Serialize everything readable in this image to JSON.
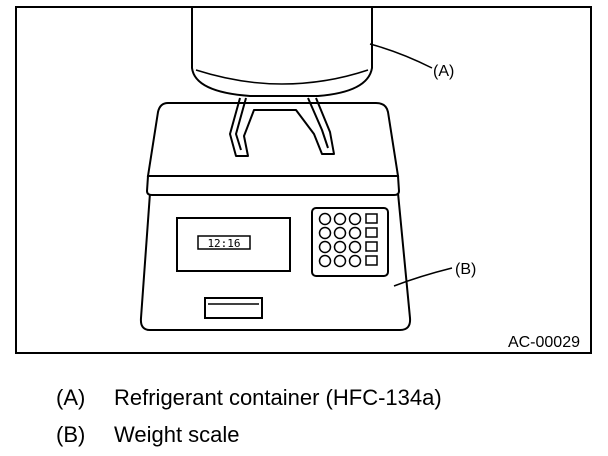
{
  "figure": {
    "callout_a": "(A)",
    "callout_b": "(B)",
    "display_time": "12:16",
    "figure_id": "AC-00029"
  },
  "legend": [
    {
      "key": "(A)",
      "text": "Refrigerant container (HFC-134a)"
    },
    {
      "key": "(B)",
      "text": "Weight scale"
    }
  ]
}
